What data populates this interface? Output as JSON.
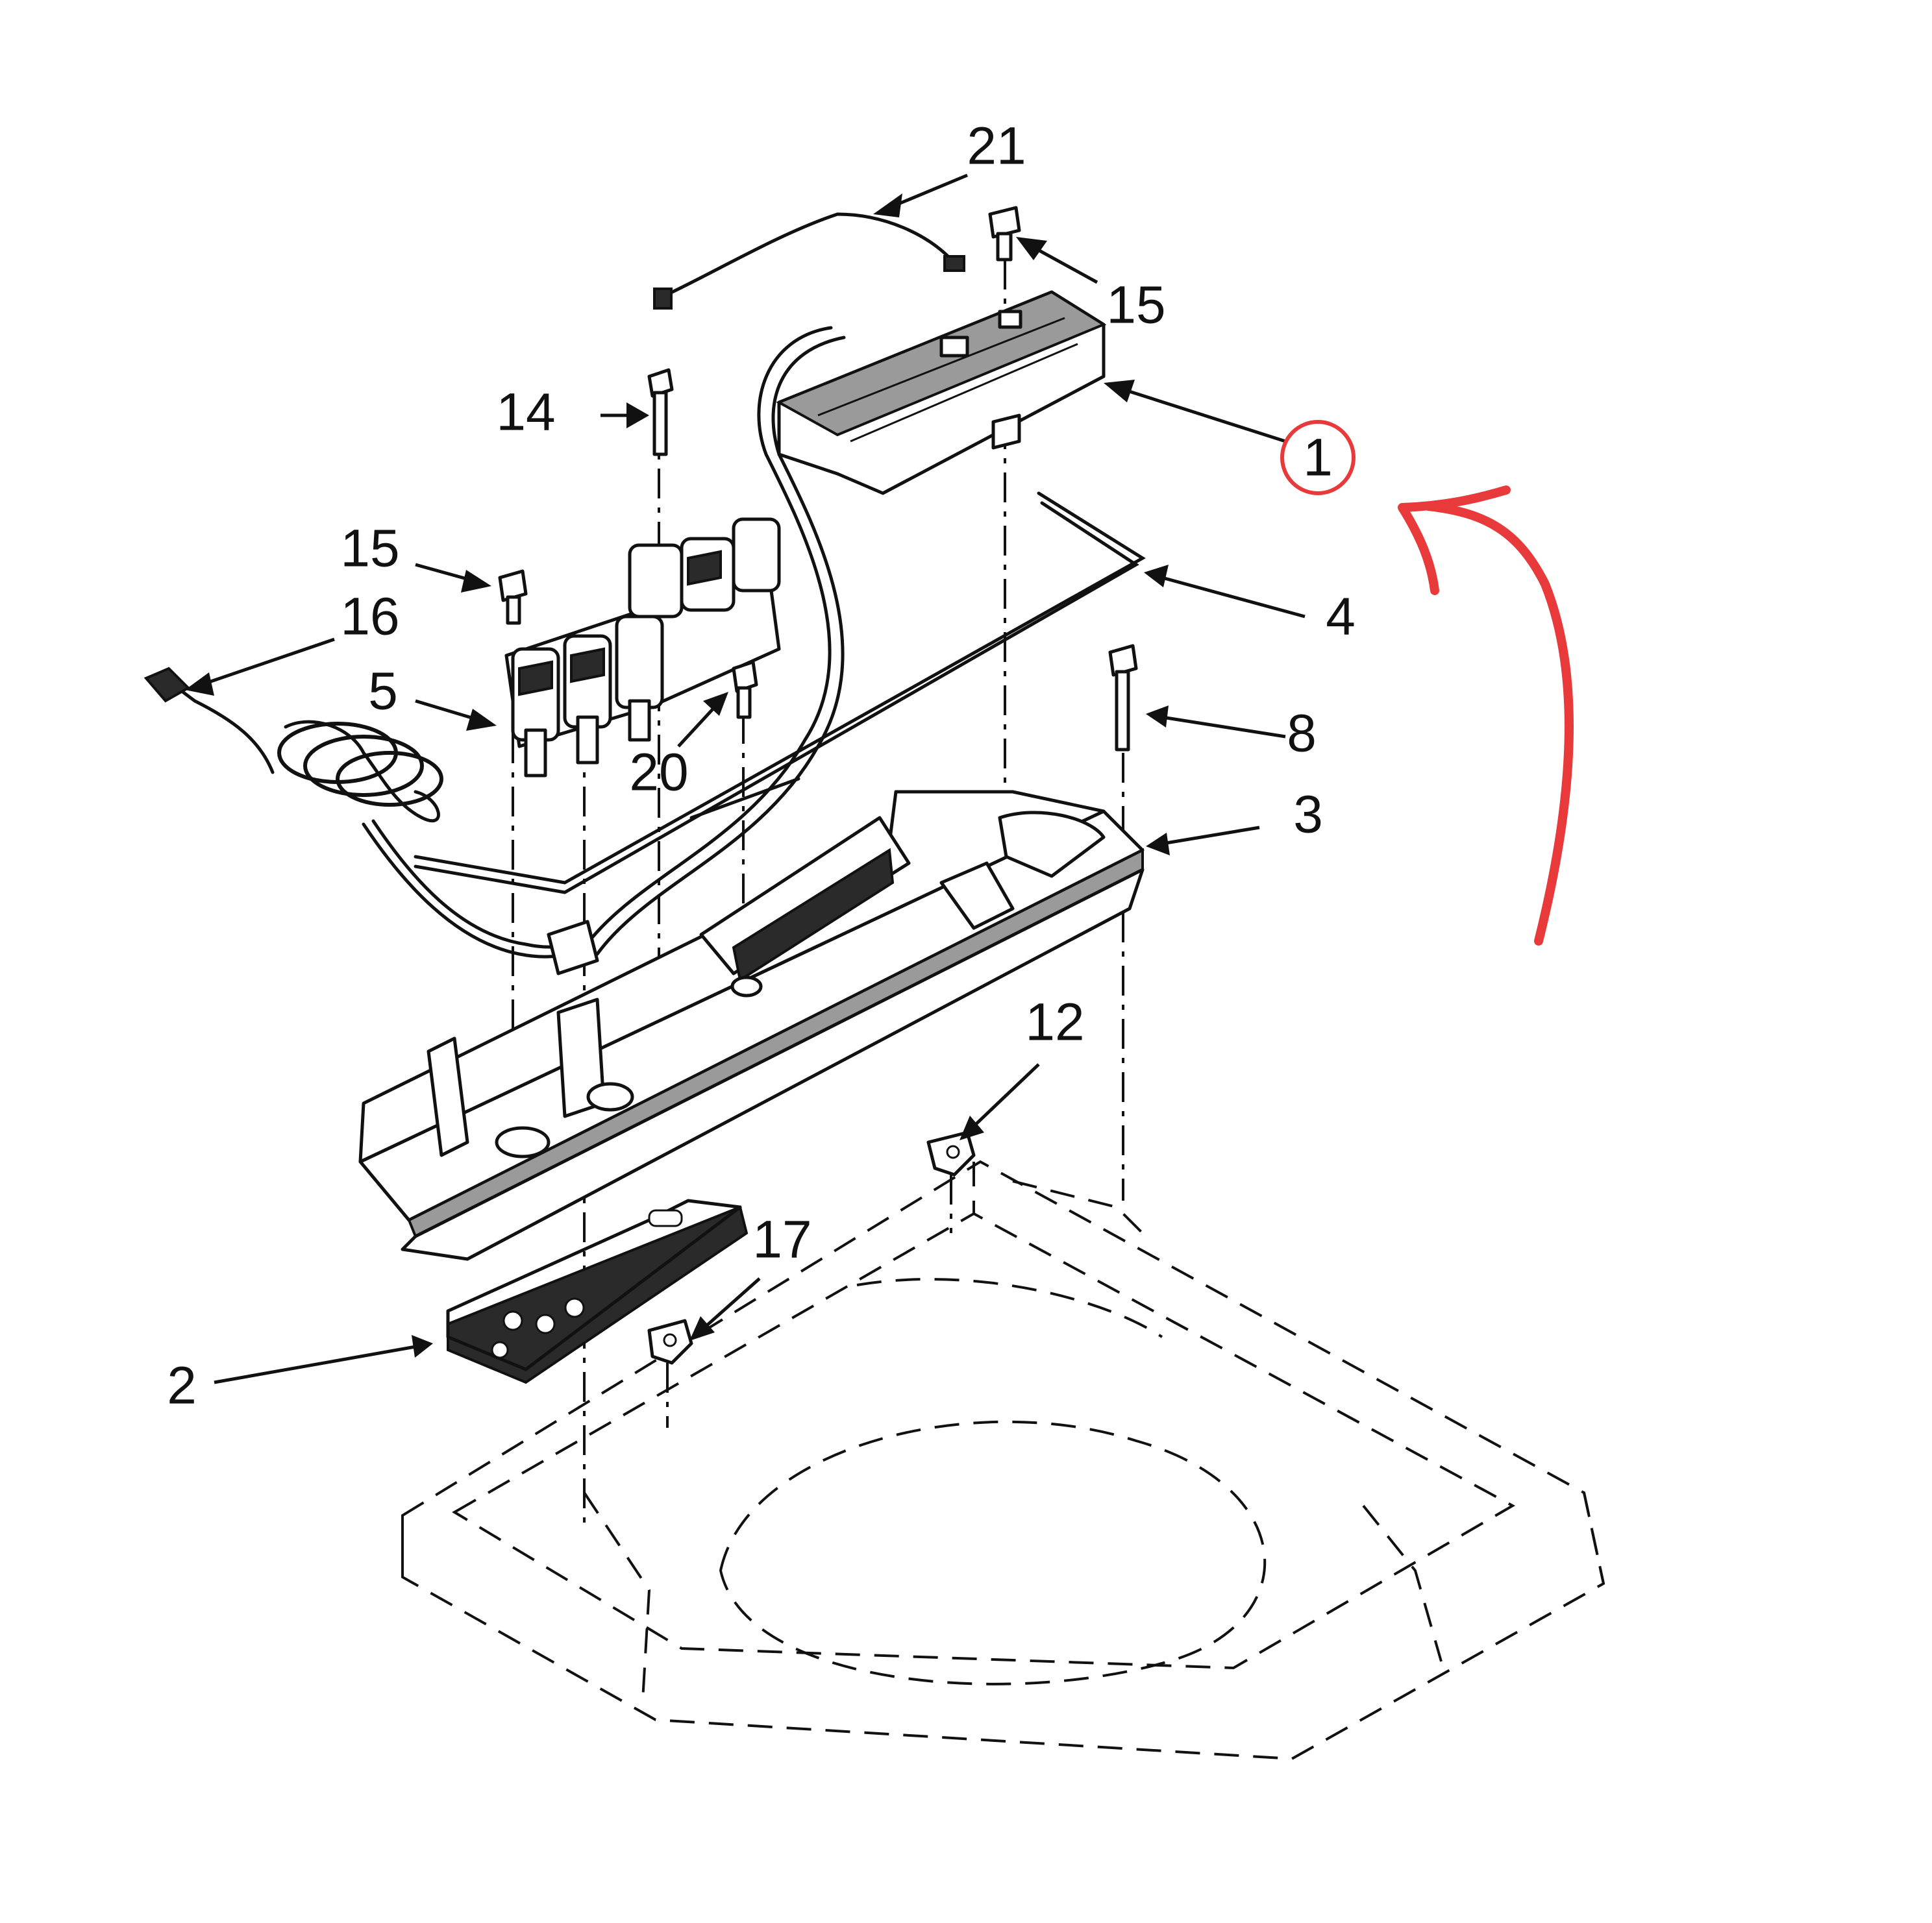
{
  "diagram": {
    "background": "#ffffff",
    "line_color": "#111111",
    "highlight_color": "#e83a3a",
    "callouts": [
      "21",
      "15",
      "1",
      "14",
      "15",
      "16",
      "5",
      "20",
      "4",
      "8",
      "3",
      "12",
      "17",
      "2"
    ],
    "highlighted_callout": "1",
    "annotation": "red-curved-arrow-pointing-to-callout-1"
  }
}
